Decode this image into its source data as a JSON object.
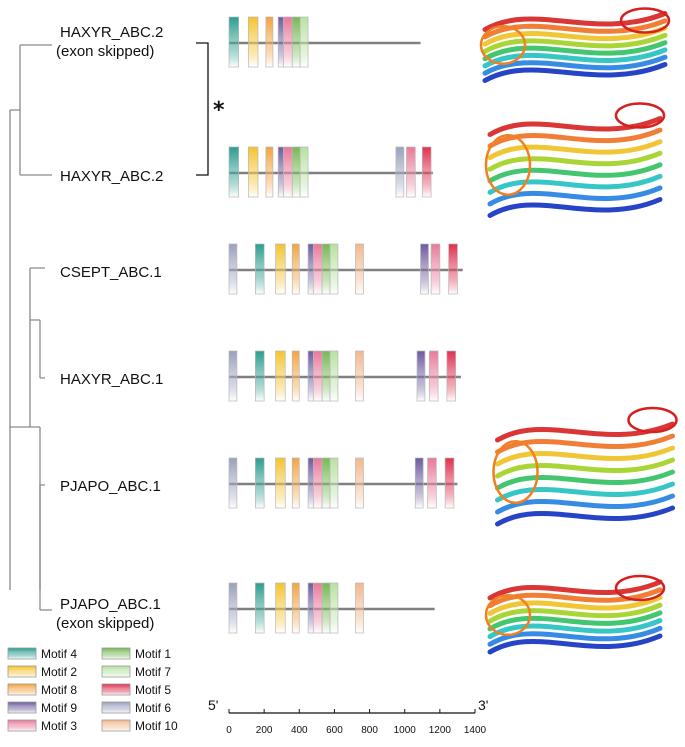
{
  "sequences": [
    {
      "label": "HAXYR_ABC.2",
      "note": "(exon skipped)",
      "length": 1090,
      "motifs": [
        {
          "m": "4",
          "s": 0,
          "e": 55
        },
        {
          "m": "2",
          "s": 110,
          "e": 165
        },
        {
          "m": "8",
          "s": 210,
          "e": 250
        },
        {
          "m": "9",
          "s": 280,
          "e": 310
        },
        {
          "m": "3",
          "s": 310,
          "e": 360
        },
        {
          "m": "1",
          "s": 360,
          "e": 405
        },
        {
          "m": "7",
          "s": 405,
          "e": 450
        }
      ],
      "structure": "haxyr-abc2-skipped"
    },
    {
      "label": "HAXYR_ABC.2",
      "note": "",
      "length": 1160,
      "motifs": [
        {
          "m": "4",
          "s": 0,
          "e": 55
        },
        {
          "m": "2",
          "s": 110,
          "e": 165
        },
        {
          "m": "8",
          "s": 210,
          "e": 250
        },
        {
          "m": "9",
          "s": 280,
          "e": 310
        },
        {
          "m": "3",
          "s": 310,
          "e": 360
        },
        {
          "m": "1",
          "s": 360,
          "e": 405
        },
        {
          "m": "7",
          "s": 405,
          "e": 450
        },
        {
          "m": "6",
          "s": 950,
          "e": 995
        },
        {
          "m": "3",
          "s": 1010,
          "e": 1060
        },
        {
          "m": "5",
          "s": 1100,
          "e": 1150
        }
      ],
      "structure": "haxyr-abc2"
    },
    {
      "label": "CSEPT_ABC.1",
      "note": "",
      "length": 1330,
      "motifs": [
        {
          "m": "6",
          "s": 0,
          "e": 45
        },
        {
          "m": "4",
          "s": 150,
          "e": 200
        },
        {
          "m": "2",
          "s": 265,
          "e": 320
        },
        {
          "m": "8",
          "s": 360,
          "e": 400
        },
        {
          "m": "9",
          "s": 450,
          "e": 480
        },
        {
          "m": "3",
          "s": 480,
          "e": 530
        },
        {
          "m": "1",
          "s": 530,
          "e": 575
        },
        {
          "m": "7",
          "s": 575,
          "e": 620
        },
        {
          "m": "10",
          "s": 720,
          "e": 765
        },
        {
          "m": "9",
          "s": 1090,
          "e": 1135
        },
        {
          "m": "3",
          "s": 1150,
          "e": 1200
        },
        {
          "m": "5",
          "s": 1250,
          "e": 1300
        }
      ],
      "structure": ""
    },
    {
      "label": "HAXYR_ABC.1",
      "note": "",
      "length": 1320,
      "motifs": [
        {
          "m": "6",
          "s": 0,
          "e": 45
        },
        {
          "m": "4",
          "s": 150,
          "e": 200
        },
        {
          "m": "2",
          "s": 265,
          "e": 320
        },
        {
          "m": "8",
          "s": 360,
          "e": 400
        },
        {
          "m": "9",
          "s": 450,
          "e": 480
        },
        {
          "m": "3",
          "s": 480,
          "e": 530
        },
        {
          "m": "1",
          "s": 530,
          "e": 575
        },
        {
          "m": "7",
          "s": 575,
          "e": 620
        },
        {
          "m": "10",
          "s": 720,
          "e": 765
        },
        {
          "m": "9",
          "s": 1070,
          "e": 1115
        },
        {
          "m": "3",
          "s": 1140,
          "e": 1190
        },
        {
          "m": "5",
          "s": 1240,
          "e": 1290
        }
      ],
      "structure": ""
    },
    {
      "label": "PJAPO_ABC.1",
      "note": "",
      "length": 1300,
      "motifs": [
        {
          "m": "6",
          "s": 0,
          "e": 45
        },
        {
          "m": "4",
          "s": 150,
          "e": 200
        },
        {
          "m": "2",
          "s": 265,
          "e": 320
        },
        {
          "m": "8",
          "s": 360,
          "e": 400
        },
        {
          "m": "9",
          "s": 450,
          "e": 480
        },
        {
          "m": "3",
          "s": 480,
          "e": 530
        },
        {
          "m": "1",
          "s": 530,
          "e": 575
        },
        {
          "m": "7",
          "s": 575,
          "e": 620
        },
        {
          "m": "10",
          "s": 720,
          "e": 765
        },
        {
          "m": "9",
          "s": 1060,
          "e": 1105
        },
        {
          "m": "3",
          "s": 1130,
          "e": 1180
        },
        {
          "m": "5",
          "s": 1230,
          "e": 1280
        }
      ],
      "structure": "pjapo-abc1"
    },
    {
      "label": "PJAPO_ABC.1",
      "note": "(exon skipped)",
      "length": 1170,
      "motifs": [
        {
          "m": "6",
          "s": 0,
          "e": 45
        },
        {
          "m": "4",
          "s": 150,
          "e": 200
        },
        {
          "m": "2",
          "s": 265,
          "e": 320
        },
        {
          "m": "8",
          "s": 360,
          "e": 400
        },
        {
          "m": "9",
          "s": 450,
          "e": 480
        },
        {
          "m": "3",
          "s": 480,
          "e": 530
        },
        {
          "m": "1",
          "s": 530,
          "e": 575
        },
        {
          "m": "7",
          "s": 575,
          "e": 620
        },
        {
          "m": "10",
          "s": 720,
          "e": 765
        }
      ],
      "structure": "pjapo-abc1-skipped"
    }
  ],
  "annotation": "*",
  "legend": [
    {
      "id": "4",
      "label": "Motif 4",
      "color": "#2a9d8f"
    },
    {
      "id": "1",
      "label": "Motif 1",
      "color": "#76b852"
    },
    {
      "id": "2",
      "label": "Motif 2",
      "color": "#f4c430"
    },
    {
      "id": "7",
      "label": "Motif 7",
      "color": "#b7e1a1"
    },
    {
      "id": "8",
      "label": "Motif 8",
      "color": "#f4a340"
    },
    {
      "id": "5",
      "label": "Motif 5",
      "color": "#e03050"
    },
    {
      "id": "9",
      "label": "Motif 9",
      "color": "#6c5b9e"
    },
    {
      "id": "6",
      "label": "Motif 6",
      "color": "#9aa0bd"
    },
    {
      "id": "3",
      "label": "Motif 3",
      "color": "#e8799a"
    },
    {
      "id": "10",
      "label": "Motif 10",
      "color": "#f3b78c"
    }
  ],
  "axis": {
    "start_label": "5'",
    "end_label": "3'",
    "ticks": [
      0,
      200,
      400,
      600,
      800,
      1000,
      1200,
      1400
    ],
    "max": 1400
  }
}
